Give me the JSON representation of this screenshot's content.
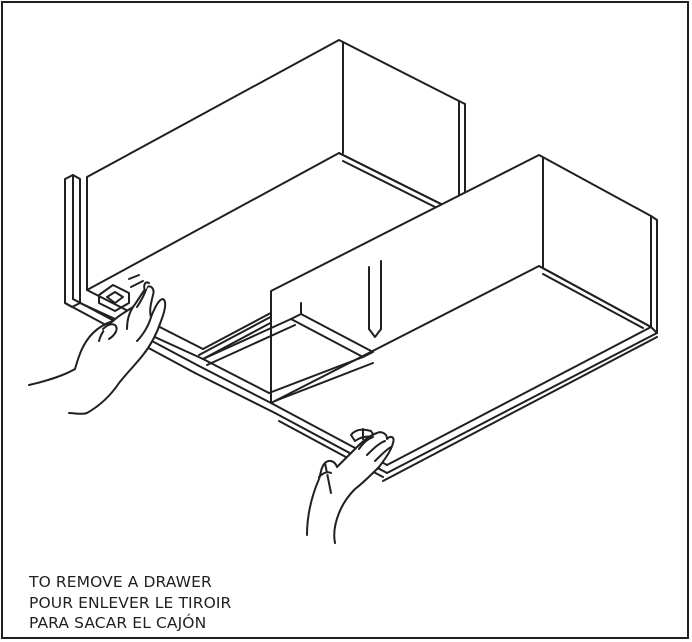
{
  "caption": {
    "lines": [
      "TO REMOVE A DRAWER",
      "POUR ENLEVER LE TIROIR",
      "PARA SACAR EL CAJÓN"
    ]
  },
  "colors": {
    "line": "#231f20",
    "background": "#ffffff",
    "border": "#231f20"
  },
  "icons": [
    "left-hand-icon",
    "right-hand-icon"
  ]
}
